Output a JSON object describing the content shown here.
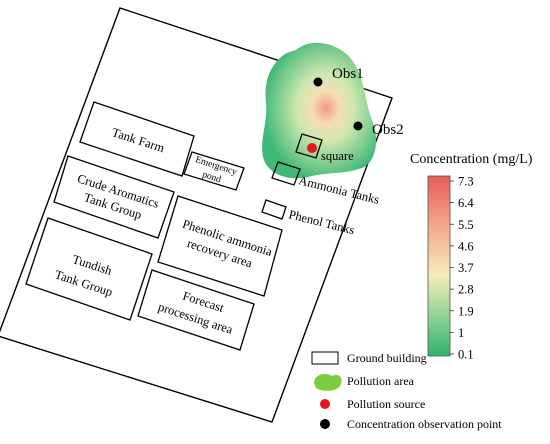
{
  "map": {
    "buildings": {
      "tank_farm": "Tank Farm",
      "emergency_pond": [
        "Emergency",
        "pond"
      ],
      "crude_aromatics": [
        "Crude Aromatics",
        "Tank Group"
      ],
      "phenolic_ammonia": [
        "Phenolic ammonia",
        "recovery area"
      ],
      "tundish": [
        "Tundish",
        "Tank Group"
      ],
      "forecast": [
        "Forecast",
        "processing area"
      ],
      "square": "square",
      "ammonia_tanks": "Ammonia Tanks",
      "phenol_tanks": "Phenol Tanks"
    },
    "observation_points": {
      "obs1": "Obs1",
      "obs2": "Obs2"
    }
  },
  "colorbar": {
    "title": "Concentration (mg/L)",
    "ticks": [
      "7.3",
      "6.4",
      "5.5",
      "4.6",
      "3.7",
      "2.8",
      "1.9",
      "1",
      "0.1"
    ],
    "max": 7.3,
    "min": 0.1,
    "colors": [
      "#e85a5a",
      "#f3a98c",
      "#f6ecbc",
      "#8fd394",
      "#2fb36e"
    ]
  },
  "legend": {
    "ground_building": "Ground building",
    "pollution_area": "Pollution area",
    "pollution_source": "Pollution source",
    "observation_point": "Concentration observation point"
  },
  "colors": {
    "pollution_area": "#7ccc3c",
    "pollution_source": "#e8141e",
    "observation_point": "#000000"
  }
}
